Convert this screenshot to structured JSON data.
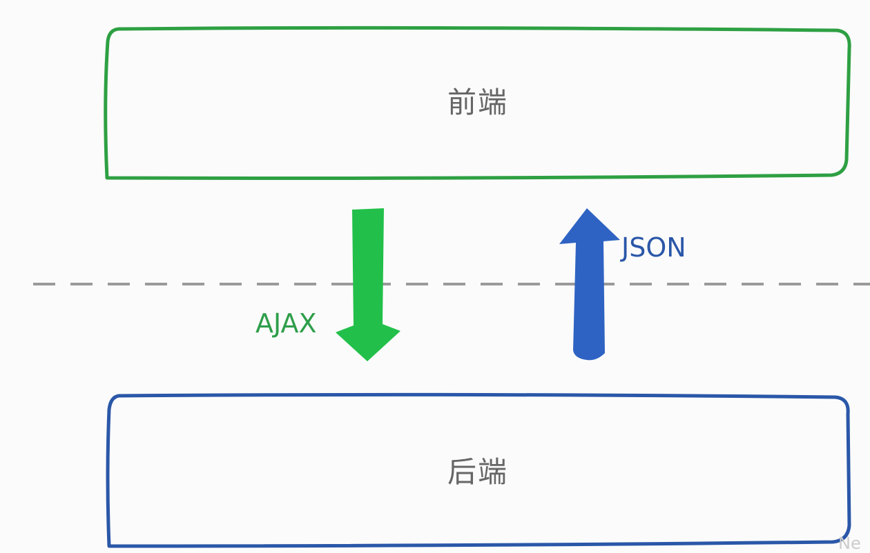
{
  "frontend": {
    "label": "前端",
    "color": "#2ea043"
  },
  "backend": {
    "label": "后端",
    "color": "#2a57a8"
  },
  "request": {
    "label": "AJAX",
    "direction": "down",
    "color": "#22c04a",
    "label_color": "#2e9e4a"
  },
  "response": {
    "label": "JSON",
    "direction": "up",
    "color": "#2f63c3",
    "label_color": "#2a57a8"
  },
  "divider": {
    "style": "dashed",
    "color": "#9a9a9a"
  },
  "watermark": {
    "text": "Ne"
  }
}
